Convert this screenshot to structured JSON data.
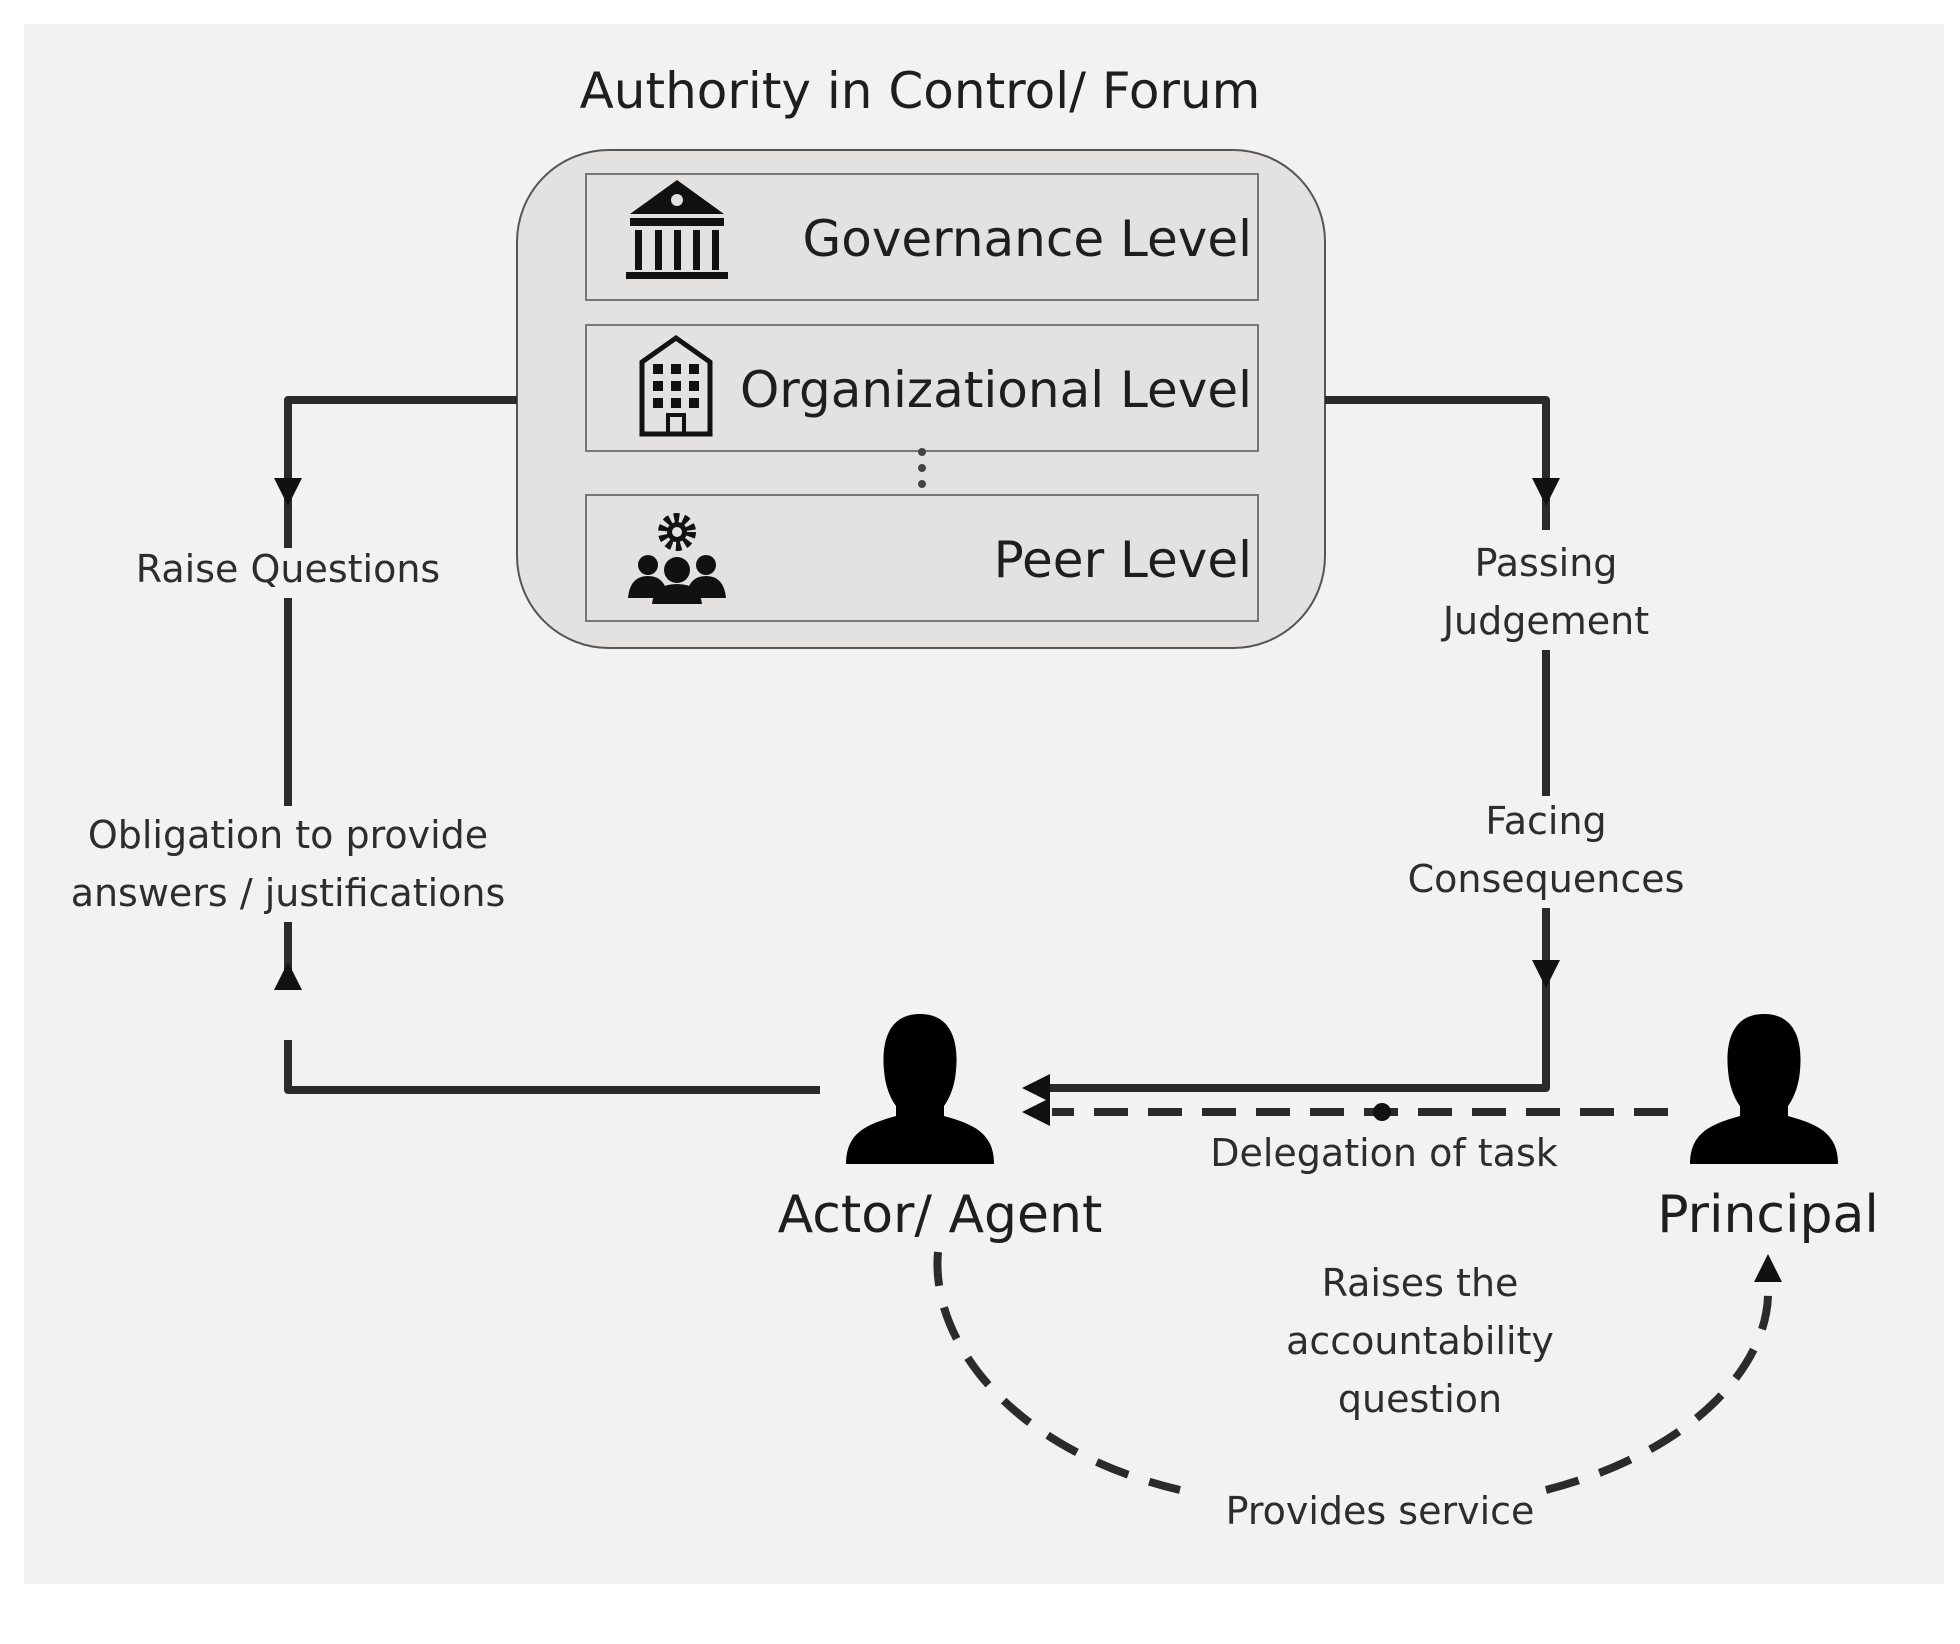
{
  "title": "Authority in Control/ Forum",
  "levels": [
    {
      "label": "Governance Level",
      "icon": "institution-icon"
    },
    {
      "label": "Organizational Level",
      "icon": "office-building-icon"
    },
    {
      "label": "Peer Level",
      "icon": "peer-group-icon"
    }
  ],
  "left_flow": {
    "raise_questions": "Raise Questions",
    "obligation_line1": "Obligation to provide",
    "obligation_line2": "answers / justifications"
  },
  "right_flow": {
    "passing_line1": "Passing",
    "passing_line2": "Judgement",
    "facing_line1": "Facing",
    "facing_line2": "Consequences"
  },
  "actors": {
    "agent": "Actor/ Agent",
    "principal": "Principal",
    "agent_icon": "person-silhouette-icon",
    "principal_icon": "person-silhouette-icon"
  },
  "relations": {
    "delegation": "Delegation of task",
    "raises_line1": "Raises the",
    "raises_line2": "accountability",
    "raises_line3": "question",
    "provides": "Provides service"
  },
  "colors": {
    "background": "#f2f2f2",
    "forum_fill": "#e3e2e0",
    "line": "#2b2b2b",
    "icon": "#111111"
  }
}
